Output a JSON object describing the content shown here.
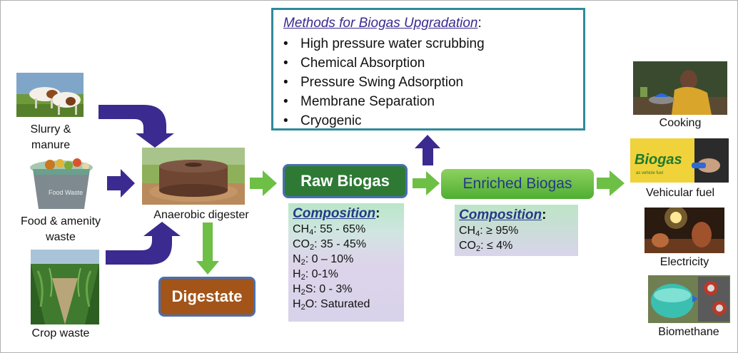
{
  "inputs": {
    "slurry": {
      "line1": "Slurry &",
      "line2": "manure"
    },
    "food": {
      "line1": "Food & amenity",
      "line2": "waste"
    },
    "crop": {
      "label": "Crop waste"
    },
    "food_bin_text": "Food Waste"
  },
  "digester": {
    "label": "Anaerobic digester"
  },
  "digestate": {
    "label": "Digestate"
  },
  "raw_biogas": {
    "label": "Raw Biogas",
    "composition_title": "Composition",
    "colon": ":",
    "rows": [
      {
        "gas": "CH",
        "sub": "4",
        "value": ": 55 - 65%"
      },
      {
        "gas": "CO",
        "sub": "2",
        "value": ": 35 - 45%"
      },
      {
        "gas": "N",
        "sub": "2",
        "value": ": 0 – 10%"
      },
      {
        "gas": "H",
        "sub": "2",
        "value": ": 0-1%"
      },
      {
        "gas": "H",
        "sub": "2",
        "suffix": "S",
        "value": ": 0 - 3%"
      },
      {
        "gas": "H",
        "sub": "2",
        "suffix": "O",
        "value": ": Saturated"
      }
    ]
  },
  "enriched_biogas": {
    "label": "Enriched Biogas",
    "composition_title": "Composition",
    "colon": ":",
    "rows": [
      {
        "gas": "CH",
        "sub": "4",
        "value": ": ≥ 95%"
      },
      {
        "gas": "CO",
        "sub": "2",
        "value": ": ≤ 4%"
      }
    ]
  },
  "methods": {
    "title": "Methods for Biogas Upgradation",
    "colon": ":",
    "bullet": "•",
    "items": [
      "High pressure water scrubbing",
      "Chemical Absorption",
      "Pressure Swing Adsorption",
      "Membrane Separation",
      "Cryogenic"
    ]
  },
  "uses": {
    "cooking": "Cooking",
    "vehicular": "Vehicular fuel",
    "electricity": "Electricity",
    "biomethane": "Biomethane",
    "vehicle_sign": "Biogas",
    "vehicle_sign_sub": "as vehicle fuel"
  },
  "colors": {
    "blue_arrow": "#3b2a8f",
    "green_arrow": "#6dbf45",
    "raw_biogas_fill": "#2e7a35",
    "digestate_fill": "#a35418",
    "methods_border": "#2f8a9a",
    "title_blue": "#233a86"
  }
}
